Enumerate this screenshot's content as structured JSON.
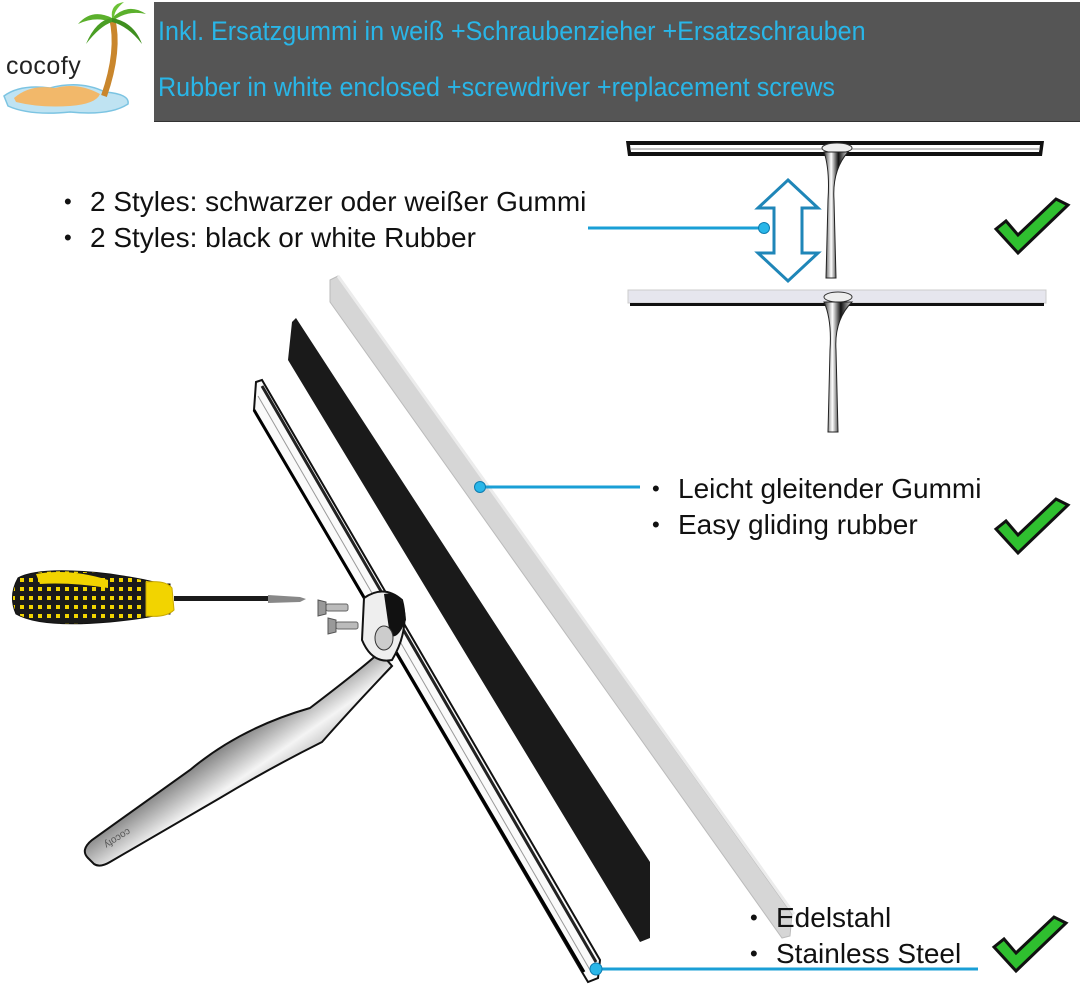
{
  "brand": {
    "logo_text": "cocofy",
    "handle_engraving": "cocofy"
  },
  "banner": {
    "line_de": "Inkl. Ersatzgummi in weiß +Schraubenzieher +Ersatzschrauben",
    "line_en": "Rubber in white enclosed +screwdriver +replacement screws",
    "background_color": "#555555",
    "text_color": "#29b6e8"
  },
  "features": [
    {
      "id": "styles",
      "lines": [
        "2 Styles: schwarzer oder weißer Gummi",
        "2 Styles: black or white Rubber"
      ],
      "checked": true
    },
    {
      "id": "rubber",
      "lines": [
        "Leicht gleitender Gummi",
        "Easy gliding rubber"
      ],
      "checked": true
    },
    {
      "id": "material",
      "lines": [
        "Edelstahl",
        "Stainless Steel"
      ],
      "checked": true
    }
  ],
  "colors": {
    "callout": "#1a9fd6",
    "check_fill": "#2fbf2f",
    "check_stroke": "#111111",
    "white_rubber": "#d4d4d4",
    "black_rubber": "#1a1a1a",
    "screwdriver_yellow": "#f2d400"
  }
}
